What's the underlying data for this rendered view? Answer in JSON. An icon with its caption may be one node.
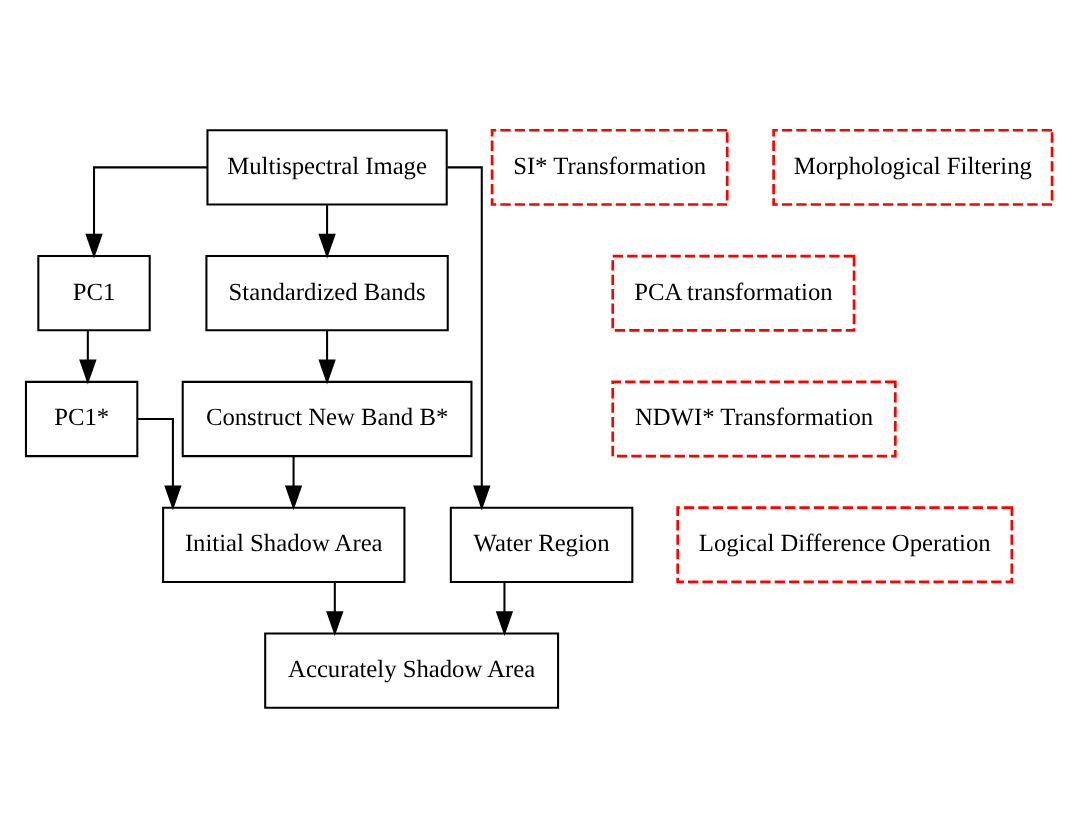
{
  "diagram": {
    "nodes": [
      {
        "text": [
          "Multispectral Image"
        ]
      },
      {
        "text": [
          "PCA transformation"
        ]
      },
      {
        "text": [
          "PC1"
        ]
      },
      {
        "text": [
          "Standardized Bands"
        ]
      },
      {
        "text": [
          "NDWI* Transformation"
        ]
      },
      {
        "text": [
          "PC1*"
        ]
      },
      {
        "text": [
          "Construct New Band B*"
        ]
      },
      {
        "text": [
          "SI* Transformation"
        ]
      },
      {
        "text": [
          "Initial Shadow Area"
        ]
      },
      {
        "text": [
          "Water Region"
        ]
      },
      {
        "text": [
          "Logical Difference Operation"
        ]
      },
      {
        "text": [
          "Morphological Filtering"
        ]
      },
      {
        "text": [
          "Accurately Shadow Area"
        ]
      }
    ],
    "edges": [
      {
        "from": 0,
        "to": 2,
        "arrow": "to"
      },
      {
        "from": 0,
        "to": 3,
        "arrow": "to"
      },
      {
        "from": 0,
        "to": 9,
        "arrow": "to"
      },
      {
        "from": 2,
        "to": 5,
        "arrow": "to"
      },
      {
        "from": 3,
        "to": 6,
        "arrow": "to"
      },
      {
        "from": 5,
        "to": 8,
        "arrow": "to"
      },
      {
        "from": 6,
        "to": 8,
        "arrow": "to"
      },
      {
        "from": 8,
        "to": 12,
        "arrow": "to"
      },
      {
        "from": 9,
        "to": 12,
        "arrow": "to"
      }
    ]
  }
}
